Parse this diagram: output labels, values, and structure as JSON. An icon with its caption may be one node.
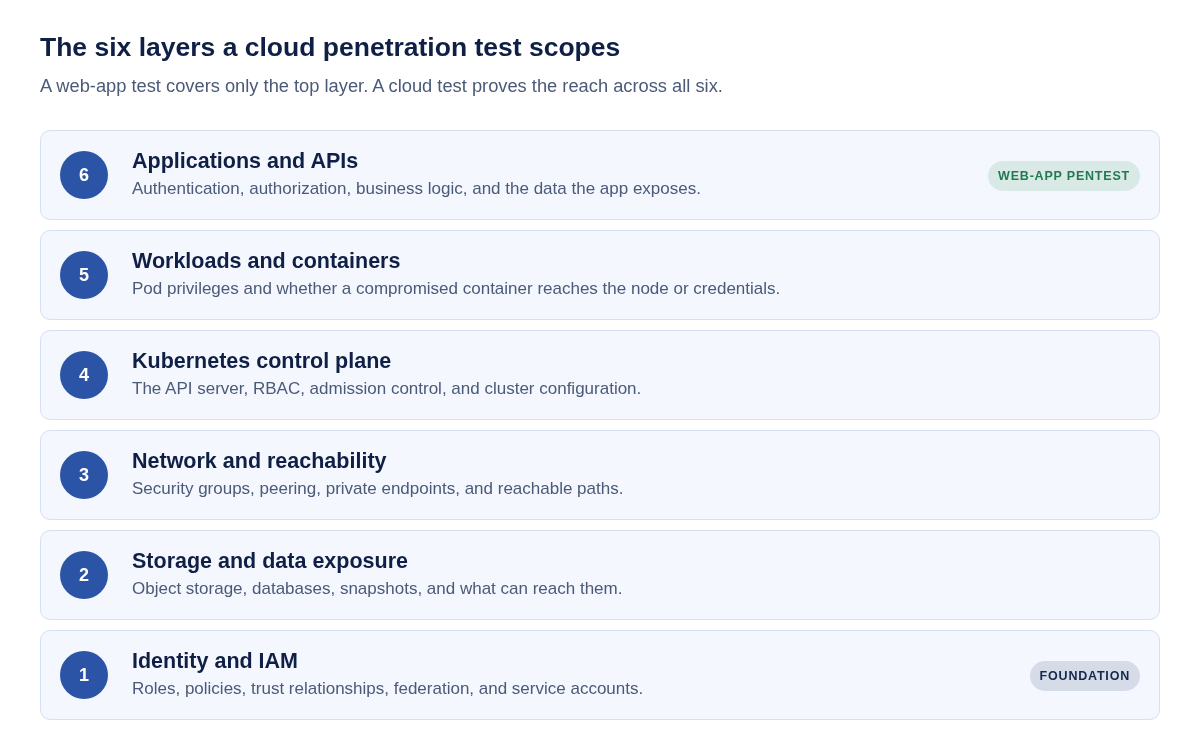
{
  "diagram": {
    "title": "The six layers a cloud penetration test scopes",
    "caption": "A web-app test covers only the top layer. A cloud test proves the reach across all six.",
    "nodes": [
      {
        "text": [
          "Applications and APIs",
          "Authentication, authorization, business logic, and the data the app exposes."
        ]
      },
      {
        "text": [
          "6"
        ],
        "in": 0
      },
      {
        "text": [
          "WEB-APP PENTEST"
        ],
        "in": 0
      },
      {
        "text": [
          "Workloads and containers",
          "Pod privileges and whether a compromised container reaches the node or credentials."
        ]
      },
      {
        "text": [
          "5"
        ],
        "in": 3
      },
      {
        "text": [
          "Kubernetes control plane",
          "The API server, RBAC, admission control, and cluster configuration."
        ]
      },
      {
        "text": [
          "4"
        ],
        "in": 5
      },
      {
        "text": [
          "Network and reachability",
          "Security groups, peering, private endpoints, and reachable paths."
        ]
      },
      {
        "text": [
          "3"
        ],
        "in": 7
      },
      {
        "text": [
          "Storage and data exposure",
          "Object storage, databases, snapshots, and what can reach them."
        ]
      },
      {
        "text": [
          "2"
        ],
        "in": 9
      },
      {
        "text": [
          "Identity and IAM",
          "Roles, policies, trust relationships, federation, and service accounts."
        ]
      },
      {
        "text": [
          "1"
        ],
        "in": 11
      },
      {
        "text": [
          "FOUNDATION"
        ],
        "in": 11
      }
    ]
  }
}
